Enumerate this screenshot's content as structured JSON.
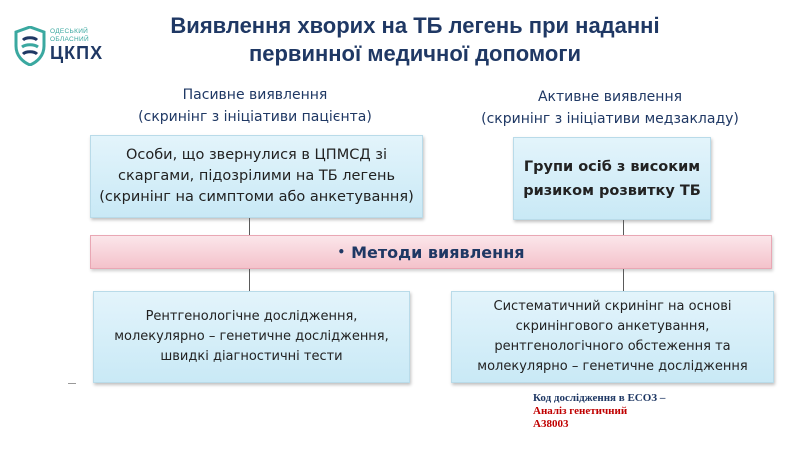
{
  "logo": {
    "small_line1": "одеський",
    "small_line2": "обласний",
    "name": "ЦКПХ"
  },
  "title": {
    "line1": "Виявлення хворих на ТБ легень при наданні",
    "line2": "первинної медичної допомоги"
  },
  "passive": {
    "heading_line1": "Пасивне виявлення",
    "heading_line2": "(скринінг з ініціативи пацієнта)",
    "box_line1": "Особи, що звернулися в ЦПМСД зі",
    "box_line2": "скаргами, підозрілими на ТБ легень",
    "box_line3": "(скринінг на симптоми або анкетування)",
    "method_line1": "Рентгенологічне дослідження,",
    "method_line2": "молекулярно – генетичне дослідження,",
    "method_line3": "швидкі діагностичні тести"
  },
  "active": {
    "heading_line1": "Активне виявлення",
    "heading_line2": "(скринінг з ініціативи медзакладу)",
    "box_line1": "Групи осіб з високим",
    "box_line2": "ризиком розвитку ТБ",
    "method_line1": "Систематичний скринінг на основі",
    "method_line2": "скринінгового анкетування,",
    "method_line3": "рентгенологічного обстеження та",
    "method_line4": "молекулярно – генетичне дослідження"
  },
  "methods": {
    "bullet": "•",
    "label": "Методи виявлення"
  },
  "code_note": {
    "line1": "Код дослідження в ЕСОЗ –",
    "line2": "Аналіз генетичний",
    "line3": "А38003"
  },
  "colors": {
    "title": "#1f3864",
    "box_blue": "#c9e9f6",
    "box_pink": "#f4c2cb",
    "code_dark": "#1f3864",
    "code_red": "#c00000"
  }
}
